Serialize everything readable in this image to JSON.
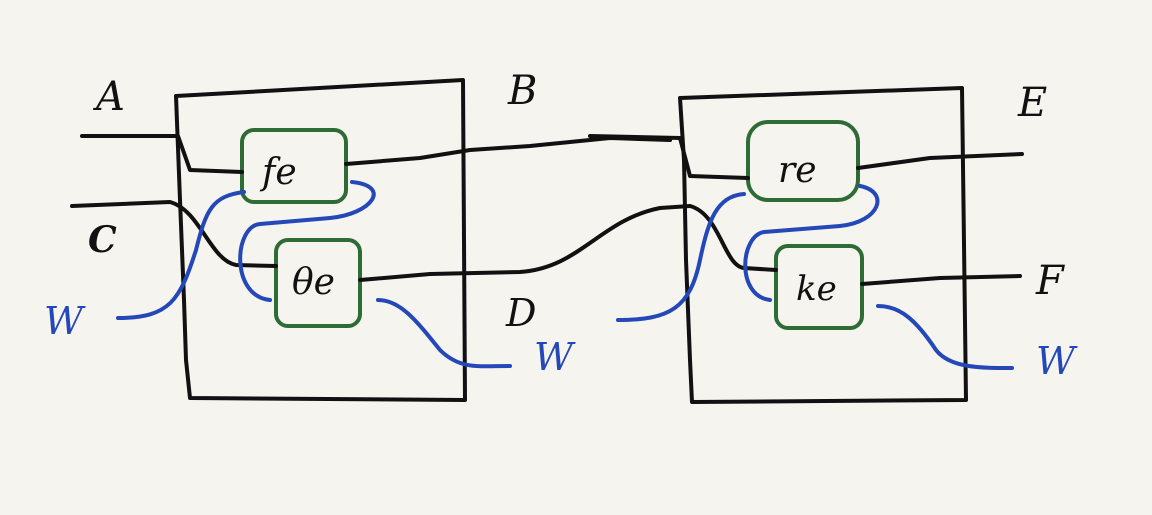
{
  "colors": {
    "ink": "#111111",
    "box_green": "#2e6b35",
    "wire_blue": "#2448b8",
    "paper": "#f6f4ef"
  },
  "labels": {
    "A": "A",
    "B": "B",
    "C": "C",
    "D": "D",
    "E": "E",
    "F": "F",
    "w_left": "W",
    "w_mid": "W",
    "w_right": "W"
  },
  "boxes": {
    "left_top": "fe",
    "left_bottom": "θe",
    "right_top": "re",
    "right_bottom": "ke"
  }
}
